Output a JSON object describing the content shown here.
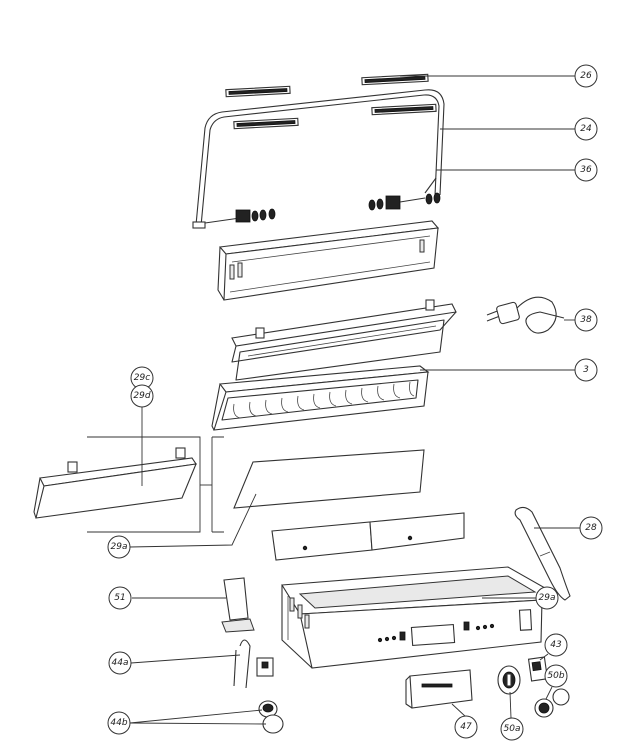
{
  "labels": {
    "p26": "26",
    "p24": "24",
    "p36": "36",
    "p38": "38",
    "p3": "3",
    "p29c": "29c",
    "p29d": "29d",
    "p29a_left": "29a",
    "p28": "28",
    "p29a_right": "29a",
    "p51": "51",
    "p44a": "44a",
    "p43": "43",
    "p50b": "50b",
    "p44b": "44b",
    "p47": "47",
    "p50a": "50a"
  }
}
